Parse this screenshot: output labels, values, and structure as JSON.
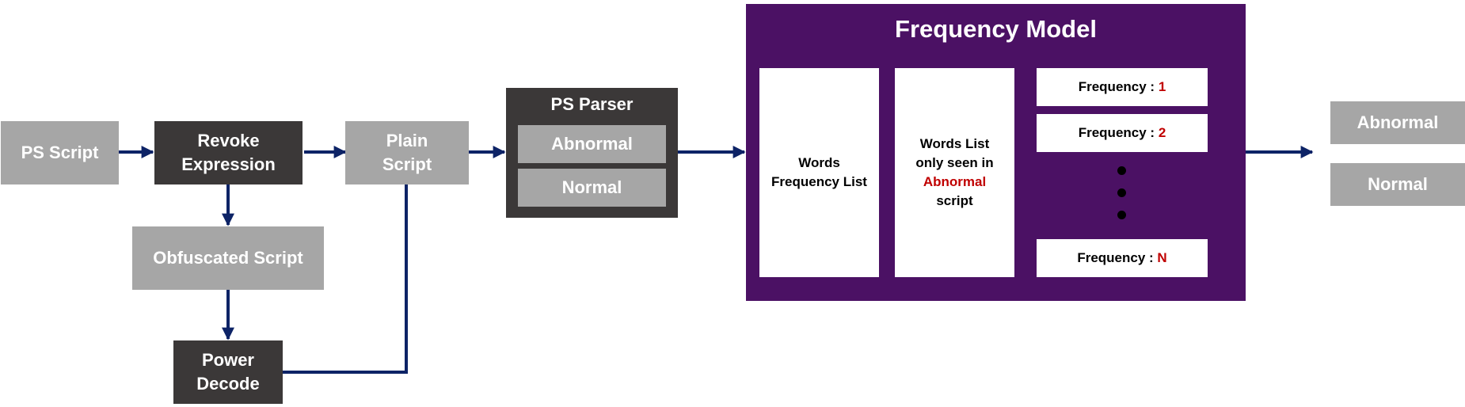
{
  "nodes": {
    "ps_script": "PS Script",
    "revoke_expression": "Revoke\nExpression",
    "plain_script": "Plain\nScript",
    "obfuscated_script": "Obfuscated Script",
    "power_decode": "Power\nDecode",
    "ps_parser": {
      "title": "PS Parser",
      "abnormal": "Abnormal",
      "normal": "Normal"
    },
    "frequency_model": {
      "title": "Frequency Model",
      "words_frequency_list": "Words\nFrequency List",
      "words_list_line1": "Words List\nonly seen in",
      "words_list_highlight": "Abnormal",
      "words_list_line2": "script",
      "freq_label": "Frequency : ",
      "freq_1": "1",
      "freq_2": "2",
      "freq_n": "N"
    },
    "output": {
      "abnormal": "Abnormal",
      "normal": "Normal"
    }
  },
  "colors": {
    "gray": "#a6a6a6",
    "dark": "#3b3838",
    "purple": "#4b1164",
    "arrow": "#0d2366",
    "highlight": "#c00000"
  }
}
